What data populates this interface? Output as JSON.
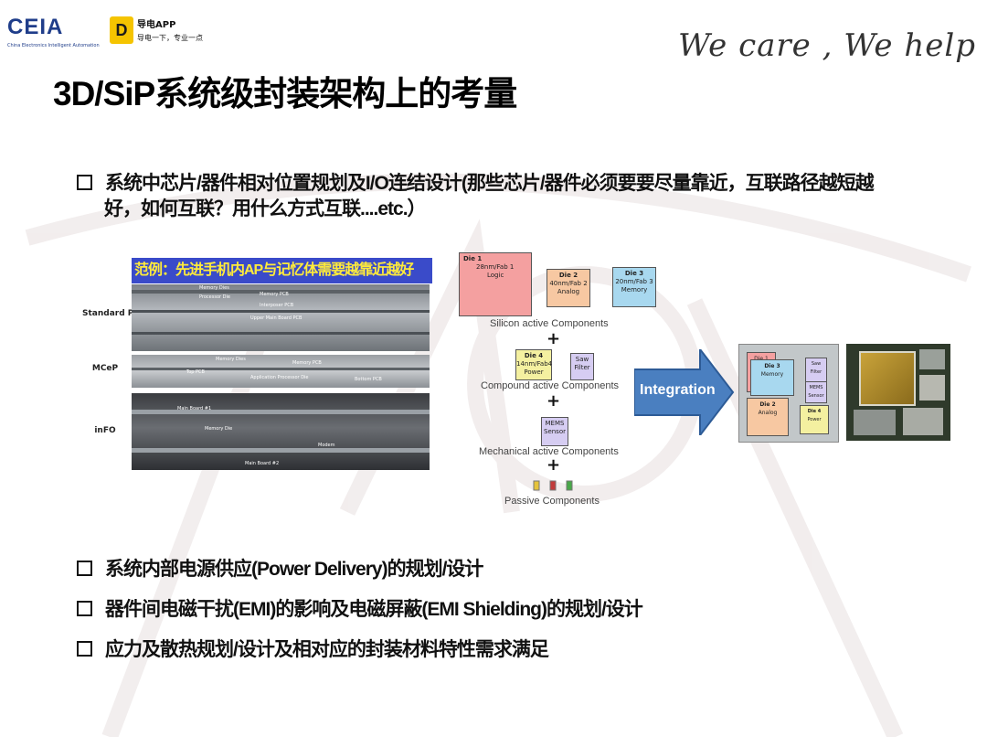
{
  "header": {
    "logo_left_text": "CEIA",
    "logo_left_sub": "China Electronics Intelligent Automation",
    "app_name": "导电APP",
    "app_slogan": "导电一下，专业一点",
    "tagline": "We care , We help"
  },
  "slide": {
    "title": "3D/SiP系统级封装架构上的考量",
    "bullet1_line1": "系统中芯片/器件相对位置规划及I/O连结设计(那些芯片/器件必须要要尽量靠近，互联路径越短越",
    "bullet1_line2": "好，如何互联？用什么方式互联....etc.）",
    "bullet2": "系统内部电源供应(Power Delivery)的规划/设计",
    "bullet3": "器件间电磁干扰(EMI)的影响及电磁屏蔽(EMI Shielding)的规划/设计",
    "bullet4": "应力及散热规划/设计及相对应的封装材料特性需求满足"
  },
  "figure_left": {
    "banner": "范例：先进手机内AP与记忆体需要越靠近越好",
    "rows": [
      {
        "label": "Standard PoP",
        "tags": [
          "Memory Dies",
          "Processor Die",
          "Memory PCB",
          "Interposer PCB",
          "Upper Main Board PCB"
        ]
      },
      {
        "label": "MCeP",
        "tags": [
          "Memory Dies",
          "Memory PCB",
          "Top PCB",
          "Application Processor Die",
          "Bottom PCB"
        ]
      },
      {
        "label": "inFO",
        "tags": [
          "Main Board #1",
          "Memory Die",
          "Modem",
          "Main Board #2"
        ]
      }
    ]
  },
  "figure_right": {
    "die1": {
      "name": "Die 1",
      "spec": "28nm/Fab 1",
      "type": "Logic"
    },
    "die2": {
      "name": "Die 2",
      "spec": "40nm/Fab 2",
      "type": "Analog"
    },
    "die3": {
      "name": "Die 3",
      "spec": "20nm/Fab 3",
      "type": "Memory"
    },
    "die4": {
      "name": "Die 4",
      "spec": "14nm/Fab4",
      "type": "Power"
    },
    "saw": "Saw Filter",
    "mems": "MEMS Sensor",
    "cap_silicon": "Silicon active Components",
    "cap_compound": "Compound active Components",
    "cap_mechanical": "Mechanical active Components",
    "cap_passive": "Passive Components",
    "plus": "+",
    "integration": "Integration"
  },
  "colors": {
    "die1": "#f4a0a0",
    "die2": "#f7c8a2",
    "die3": "#a8d8ef",
    "die4": "#f4f0a0",
    "saw": "#d6cdf2",
    "mems": "#d6cdf2",
    "arrow": "#4a7fc0",
    "banner": "#3a4bc9",
    "banner_text": "#ffeb3b"
  }
}
